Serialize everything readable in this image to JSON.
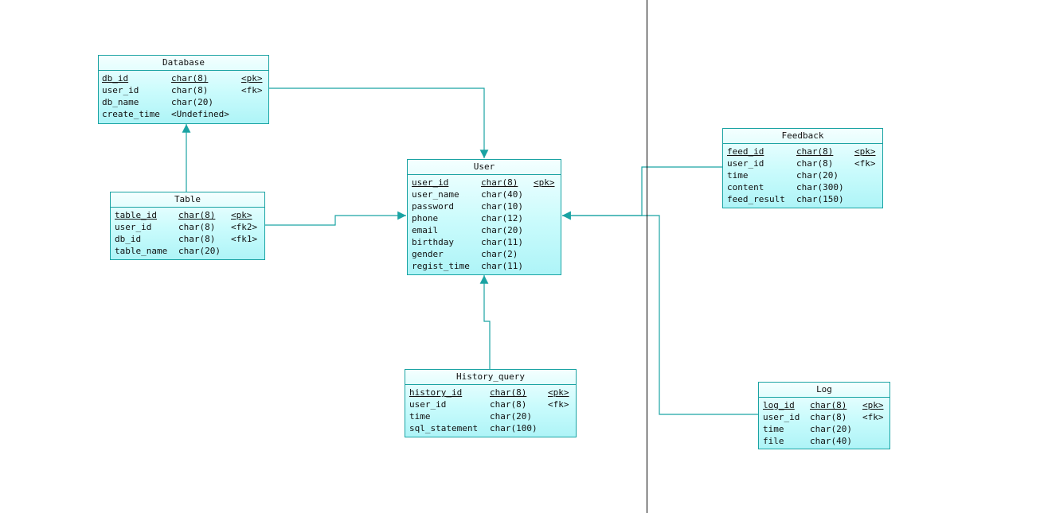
{
  "entities": {
    "database": {
      "title": "Database",
      "rows": [
        {
          "name": "db_id",
          "type": "char(8)",
          "key": "<pk>"
        },
        {
          "name": "user_id",
          "type": "char(8)",
          "key": "<fk>"
        },
        {
          "name": "db_name",
          "type": "char(20)",
          "key": ""
        },
        {
          "name": "create_time",
          "type": "<Undefined>",
          "key": ""
        }
      ]
    },
    "table": {
      "title": "Table",
      "rows": [
        {
          "name": "table_id",
          "type": "char(8)",
          "key": "<pk>"
        },
        {
          "name": "user_id",
          "type": "char(8)",
          "key": "<fk2>"
        },
        {
          "name": "db_id",
          "type": "char(8)",
          "key": "<fk1>"
        },
        {
          "name": "table_name",
          "type": "char(20)",
          "key": ""
        }
      ]
    },
    "user": {
      "title": "User",
      "rows": [
        {
          "name": "user_id",
          "type": "char(8)",
          "key": "<pk>"
        },
        {
          "name": "user_name",
          "type": "char(40)",
          "key": ""
        },
        {
          "name": "password",
          "type": "char(10)",
          "key": ""
        },
        {
          "name": "phone",
          "type": "char(12)",
          "key": ""
        },
        {
          "name": "email",
          "type": "char(20)",
          "key": ""
        },
        {
          "name": "birthday",
          "type": "char(11)",
          "key": ""
        },
        {
          "name": "gender",
          "type": "char(2)",
          "key": ""
        },
        {
          "name": "regist_time",
          "type": "char(11)",
          "key": ""
        }
      ]
    },
    "history_query": {
      "title": "History_query",
      "rows": [
        {
          "name": "history_id",
          "type": "char(8)",
          "key": "<pk>"
        },
        {
          "name": "user_id",
          "type": "char(8)",
          "key": "<fk>"
        },
        {
          "name": "time",
          "type": "char(20)",
          "key": ""
        },
        {
          "name": "sql_statement",
          "type": "char(100)",
          "key": ""
        }
      ]
    },
    "feedback": {
      "title": "Feedback",
      "rows": [
        {
          "name": "feed_id",
          "type": "char(8)",
          "key": "<pk>"
        },
        {
          "name": "user_id",
          "type": "char(8)",
          "key": "<fk>"
        },
        {
          "name": "time",
          "type": "char(20)",
          "key": ""
        },
        {
          "name": "content",
          "type": "char(300)",
          "key": ""
        },
        {
          "name": "feed_result",
          "type": "char(150)",
          "key": ""
        }
      ]
    },
    "log": {
      "title": "Log",
      "rows": [
        {
          "name": "log_id",
          "type": "char(8)",
          "key": "<pk>"
        },
        {
          "name": "user_id",
          "type": "char(8)",
          "key": "<fk>"
        },
        {
          "name": "time",
          "type": "char(20)",
          "key": ""
        },
        {
          "name": "file",
          "type": "char(40)",
          "key": ""
        }
      ]
    }
  },
  "colors": {
    "border": "#1aa3a3",
    "fill_top": "#f4ffff",
    "fill_bottom": "#aef4f7",
    "link": "#1aa3a3",
    "divider": "#000000"
  }
}
